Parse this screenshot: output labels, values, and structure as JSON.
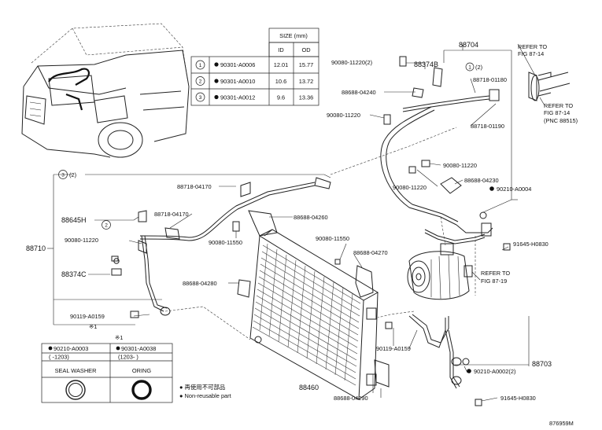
{
  "size_table": {
    "header": "SIZE (mm)",
    "col_id": "ID",
    "col_od": "OD",
    "rows": [
      {
        "num": "1",
        "part": "90301-A0006",
        "id": "12.01",
        "od": "15.77"
      },
      {
        "num": "2",
        "part": "90301-A0010",
        "id": "10.6",
        "od": "13.72"
      },
      {
        "num": "3",
        "part": "90301-A0012",
        "id": "9.6",
        "od": "13.36"
      }
    ]
  },
  "labels": {
    "p88704": "88704",
    "p90080_11220_2": "90080-11220(2)",
    "p88374B": "88374B",
    "circle1_2": "(2)",
    "p88718_01180": "88718-01180",
    "p88688_04240": "88688-04240",
    "p90080_11220_a": "90080-11220",
    "p88718_01190": "88718-01190",
    "p90080_11220_b": "90080-11220",
    "p90080_11220_c": "90080-11220",
    "p88688_04230": "88688-04230",
    "p90210_A0004": "90210-A0004",
    "circle3_2": "(2)",
    "p88718_04170_a": "88718-04170",
    "p88718_04170_b": "88718-04170",
    "p88688_04260": "88688-04260",
    "p88645H": "88645H",
    "p90080_11220_d": "90080-11220",
    "p90080_11550_a": "90080-11550",
    "p90080_11550_b": "90080-11550",
    "p88710": "88710",
    "p88688_04270": "88688-04270",
    "p91645_H0830_a": "91645-H0830",
    "p88374C": "88374C",
    "p88688_04280": "88688-04280",
    "p90119_A0159_a": "90119-A0159",
    "note_x1": "※1",
    "p90119_A0159_b": "90119-A0159",
    "p88703": "88703",
    "p90210_A0002_2": "90210-A0002(2)",
    "p88460": "88460",
    "p88688_04290": "88688-04290",
    "p91645_H0830_b": "91645-H0830",
    "refer_1": "REFER TO",
    "fig_87_14_a": "FIG 87-14",
    "refer_2": "REFER TO",
    "fig_87_14_b": "FIG 87-14",
    "pnc_88515": "(PNC 88515)",
    "refer_3": "REFER TO",
    "fig_87_19": "FIG 87-19",
    "drawing_no": "876959M"
  },
  "legend": {
    "note_mark": "※1",
    "seal_part": "90210-A0003",
    "seal_range": "(    -1203)",
    "seal_name": "SEAL WASHER",
    "oring_part": "90301-A0038",
    "oring_range": "(1203-    )",
    "oring_name": "ORING",
    "nonreuse_jp": "● 再使用不可部品",
    "nonreuse_en": "● Non-reusable part"
  }
}
